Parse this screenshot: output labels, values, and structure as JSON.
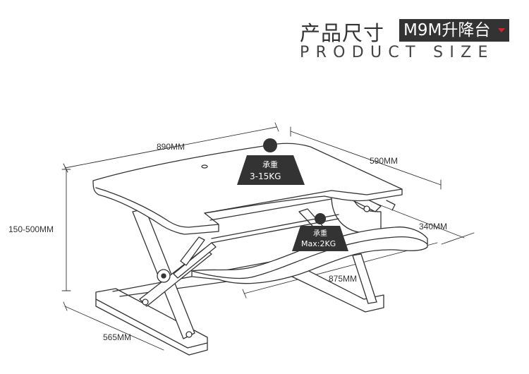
{
  "header": {
    "title_cn": "产品尺寸",
    "model_badge": "M9M升降台",
    "title_en": "PRODUCT SIZE"
  },
  "dimensions": {
    "width": "890MM",
    "depth": "590MM",
    "height_range": "150-500MM",
    "keyboard_depth": "340MM",
    "keyboard_width": "875MM",
    "base_depth": "565MM"
  },
  "loads": {
    "top_label": "承重",
    "top_value": "3-15KG",
    "keyboard_label": "承重",
    "keyboard_value": "Max:2KG"
  },
  "colors": {
    "line": "#333333",
    "badge_bg": "#333333",
    "badge_arrow": "#d9232a"
  }
}
